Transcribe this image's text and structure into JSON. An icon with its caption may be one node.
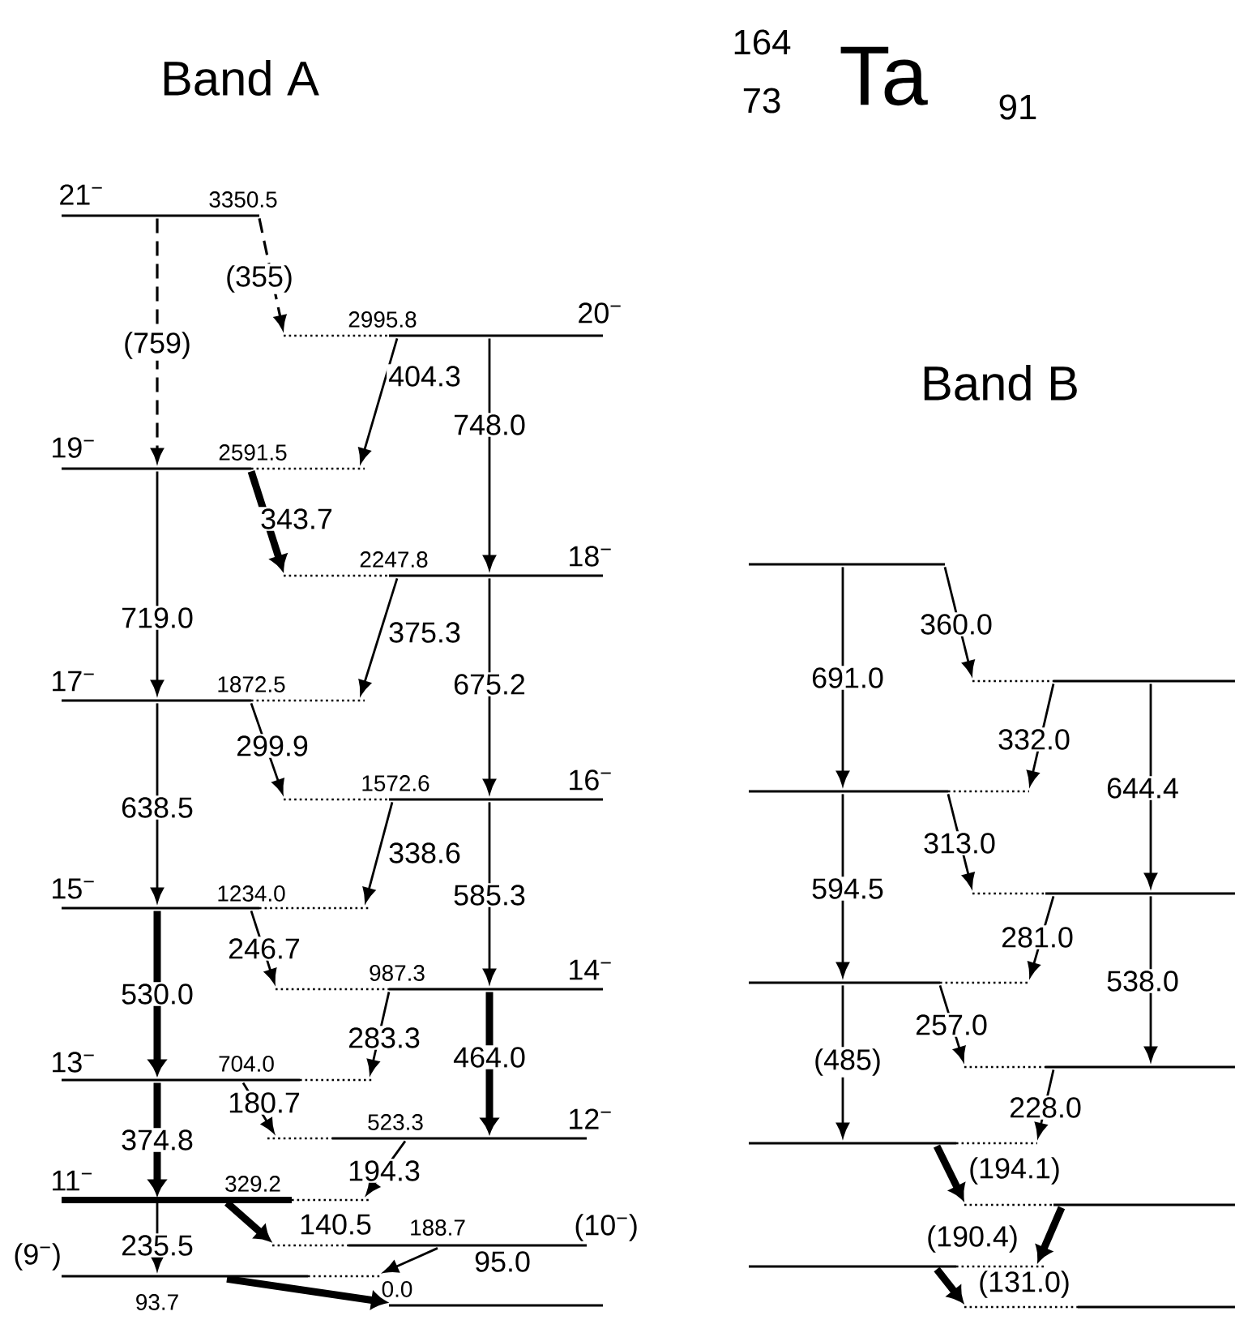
{
  "diagram": {
    "nodes": [
      {
        "text": [],
        "shape": "bar"
      },
      {
        "text": [],
        "shape": "bar"
      },
      {
        "text": [],
        "shape": "bar"
      },
      {
        "text": [],
        "shape": "bar"
      },
      {
        "text": [],
        "shape": "bar"
      },
      {
        "text": [],
        "shape": "bar"
      },
      {
        "text": [],
        "shape": "bar"
      },
      {
        "text": [],
        "shape": "bar"
      },
      {
        "text": [],
        "shape": "bar"
      },
      {
        "text": [],
        "shape": "bar"
      },
      {
        "text": [],
        "shape": "bar"
      },
      {
        "text": [],
        "shape": "bar"
      },
      {
        "text": [],
        "shape": "bar"
      },
      {
        "text": [],
        "shape": "bar"
      },
      {
        "text": [],
        "shape": "bar"
      },
      {
        "text": [],
        "shape": "bar"
      },
      {
        "text": [],
        "shape": "bar"
      },
      {
        "text": [],
        "shape": "bar"
      },
      {
        "text": [],
        "shape": "bar"
      },
      {
        "text": [],
        "shape": "bar"
      },
      {
        "text": [],
        "shape": "bar"
      },
      {
        "text": [],
        "shape": "bar"
      },
      {
        "text": [],
        "shape": "bar"
      },
      {
        "text": [],
        "shape": "bar"
      }
    ],
    "edges": [
      {
        "from": 0,
        "to": 2,
        "arrow": "to",
        "label": "(759)",
        "style": "dashed"
      },
      {
        "from": 0,
        "to": 1,
        "arrow": "to",
        "label": "(355)",
        "style": "dashed"
      },
      {
        "from": 1,
        "to": 2,
        "arrow": "to",
        "label": "404.3"
      },
      {
        "from": 1,
        "to": 3,
        "arrow": "to",
        "label": "748.0"
      },
      {
        "from": 2,
        "to": 3,
        "arrow": "to",
        "label": "343.7",
        "style": "thick"
      },
      {
        "from": 2,
        "to": 4,
        "arrow": "to",
        "label": "719.0"
      },
      {
        "from": 3,
        "to": 4,
        "arrow": "to",
        "label": "375.3"
      },
      {
        "from": 3,
        "to": 5,
        "arrow": "to",
        "label": "675.2"
      },
      {
        "from": 4,
        "to": 5,
        "arrow": "to",
        "label": "299.9"
      },
      {
        "from": 4,
        "to": 6,
        "arrow": "to",
        "label": "638.5"
      },
      {
        "from": 5,
        "to": 6,
        "arrow": "to",
        "label": "338.6"
      },
      {
        "from": 5,
        "to": 7,
        "arrow": "to",
        "label": "585.3"
      },
      {
        "from": 6,
        "to": 7,
        "arrow": "to",
        "label": "246.7"
      },
      {
        "from": 6,
        "to": 8,
        "arrow": "to",
        "label": "530.0",
        "style": "thick"
      },
      {
        "from": 7,
        "to": 8,
        "arrow": "to",
        "label": "283.3"
      },
      {
        "from": 7,
        "to": 9,
        "arrow": "to",
        "label": "464.0",
        "style": "thick"
      },
      {
        "from": 8,
        "to": 9,
        "arrow": "to",
        "label": "180.7"
      },
      {
        "from": 8,
        "to": 10,
        "arrow": "to",
        "label": "374.8",
        "style": "thick"
      },
      {
        "from": 9,
        "to": 10,
        "arrow": "to",
        "label": "194.3"
      },
      {
        "from": 10,
        "to": 12,
        "arrow": "to",
        "label": "235.5"
      },
      {
        "from": 10,
        "to": 11,
        "arrow": "to",
        "label": "140.5",
        "style": "thick"
      },
      {
        "from": 11,
        "to": 12,
        "arrow": "to",
        "label": "95.0"
      },
      {
        "from": 12,
        "to": 13,
        "arrow": "to",
        "style": "thick"
      },
      {
        "from": 14,
        "to": 15,
        "arrow": "to",
        "label": "360.0"
      },
      {
        "from": 14,
        "to": 16,
        "arrow": "to",
        "label": "691.0"
      },
      {
        "from": 15,
        "to": 16,
        "arrow": "to",
        "label": "332.0"
      },
      {
        "from": 15,
        "to": 17,
        "arrow": "to",
        "label": "644.4"
      },
      {
        "from": 16,
        "to": 17,
        "arrow": "to",
        "label": "313.0"
      },
      {
        "from": 16,
        "to": 18,
        "arrow": "to",
        "label": "594.5"
      },
      {
        "from": 17,
        "to": 18,
        "arrow": "to",
        "label": "281.0"
      },
      {
        "from": 17,
        "to": 19,
        "arrow": "to",
        "label": "538.0"
      },
      {
        "from": 18,
        "to": 19,
        "arrow": "to",
        "label": "257.0"
      },
      {
        "from": 18,
        "to": 20,
        "arrow": "to",
        "label": "(485)"
      },
      {
        "from": 19,
        "to": 20,
        "arrow": "to",
        "label": "228.0"
      },
      {
        "from": 20,
        "to": 21,
        "arrow": "to",
        "label": "(194.1)",
        "style": "thick"
      },
      {
        "from": 21,
        "to": 22,
        "arrow": "to",
        "label": "(190.4)",
        "style": "thick"
      },
      {
        "from": 22,
        "to": 23,
        "arrow": "to",
        "label": "(131.0)",
        "style": "thick"
      }
    ],
    "labels": [
      "Band A",
      "164",
      "73",
      "Ta",
      "91",
      "Band B",
      "21$^{−}$",
      "3350.5",
      "2995.8",
      "20$^{−}$",
      "19$^{−}$",
      "2591.5",
      "2247.8",
      "18$^{−}$",
      "17$^{−}$",
      "1872.5",
      "1572.6",
      "16$^{−}$",
      "15$^{−}$",
      "1234.0",
      "987.3",
      "14$^{−}$",
      "13$^{−}$",
      "704.0",
      "523.3",
      "12$^{−}$",
      "11$^{−}$",
      "329.2",
      "188.7",
      "(10$^{−}$)",
      "(9$^{−}$)",
      "0.0",
      "93.7"
    ]
  }
}
